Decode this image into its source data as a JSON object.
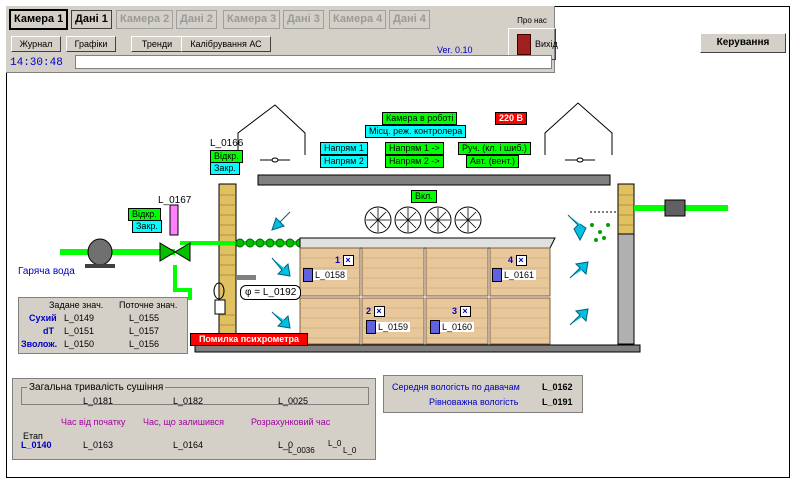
{
  "tabs": [
    {
      "label": "Камера 1",
      "state": "active"
    },
    {
      "label": "Дані 1",
      "state": "bold"
    },
    {
      "label": "Камера 2",
      "state": "dim"
    },
    {
      "label": "Дані 2",
      "state": "dim"
    },
    {
      "label": "Камера 3",
      "state": "dim"
    },
    {
      "label": "Дані 3",
      "state": "dim"
    },
    {
      "label": "Камера 4",
      "state": "dim"
    },
    {
      "label": "Дані 4",
      "state": "dim"
    }
  ],
  "toolbar": {
    "journal": "Журнал",
    "charts": "Графіки",
    "trends": "Тренди",
    "tuning": "Калібрування АС",
    "clock": "14:30:48",
    "version": "Ver. 0.10",
    "about": "Про нас",
    "exit": "Вихід"
  },
  "control_button": "Керування",
  "status": {
    "camera_working": "Камера в роботі",
    "voltage": "220 В",
    "local_mode": "Місц. реж. контролера",
    "dir1_c": "Напрям 1",
    "dir2_c": "Напрям 2",
    "dir1_g": "Напрям 1 ->",
    "dir2_g": "Напрям 2 ->",
    "manual": "Руч. (кл. і шиб.)",
    "auto": "Авт. (вент.)",
    "fans_on": "Вкл."
  },
  "valves": {
    "v166": {
      "tag": "L_0166",
      "open": "Відкр.",
      "closed": "Закр."
    },
    "v167": {
      "tag": "L_0167",
      "open": "Відкр.",
      "closed": "Закр."
    }
  },
  "hot_water": "Гаряча вода",
  "psy": {
    "phi": "φ = L_0192",
    "error": "Помилка психрометра"
  },
  "psy_table": {
    "hdr_set": "Задане знач.",
    "hdr_cur": "Поточне знач.",
    "rows": [
      {
        "name": "Сухий",
        "set": "L_0149",
        "cur": "L_0155"
      },
      {
        "name": "dT",
        "set": "L_0151",
        "cur": "L_0157"
      },
      {
        "name": "Зволож.",
        "set": "L_0150",
        "cur": "L_0156"
      }
    ]
  },
  "stacks": [
    {
      "num": "1",
      "tag": "L_0158"
    },
    {
      "num": "2",
      "tag": "L_0159"
    },
    {
      "num": "3",
      "tag": "L_0160"
    },
    {
      "num": "4",
      "tag": "L_0161"
    }
  ],
  "drying": {
    "title": "Загальна тривалість сушіння",
    "v1": "L_0181",
    "v2": "L_0182",
    "v3": "L_0025",
    "h_from_start": "Час від початку",
    "h_remaining": "Час, що залишився",
    "h_calc": "Розрахунковий час",
    "stage_lbl": "Етап",
    "stage_val": "L_0140",
    "t1": "L_0163",
    "t2": "L_0164",
    "t3": "L_0",
    "o1": "L_0036",
    "o2": "L_0",
    "o3": "L_0"
  },
  "moisture": {
    "avg_lbl": "Середня вологість по давачам",
    "avg_val": "L_0162",
    "eq_lbl": "Рівноважна вологість",
    "eq_val": "L_0191"
  },
  "colors": {
    "green": "#00ff00",
    "cyan": "#00ffff",
    "red": "#ff0000",
    "blue": "#0000c0"
  }
}
